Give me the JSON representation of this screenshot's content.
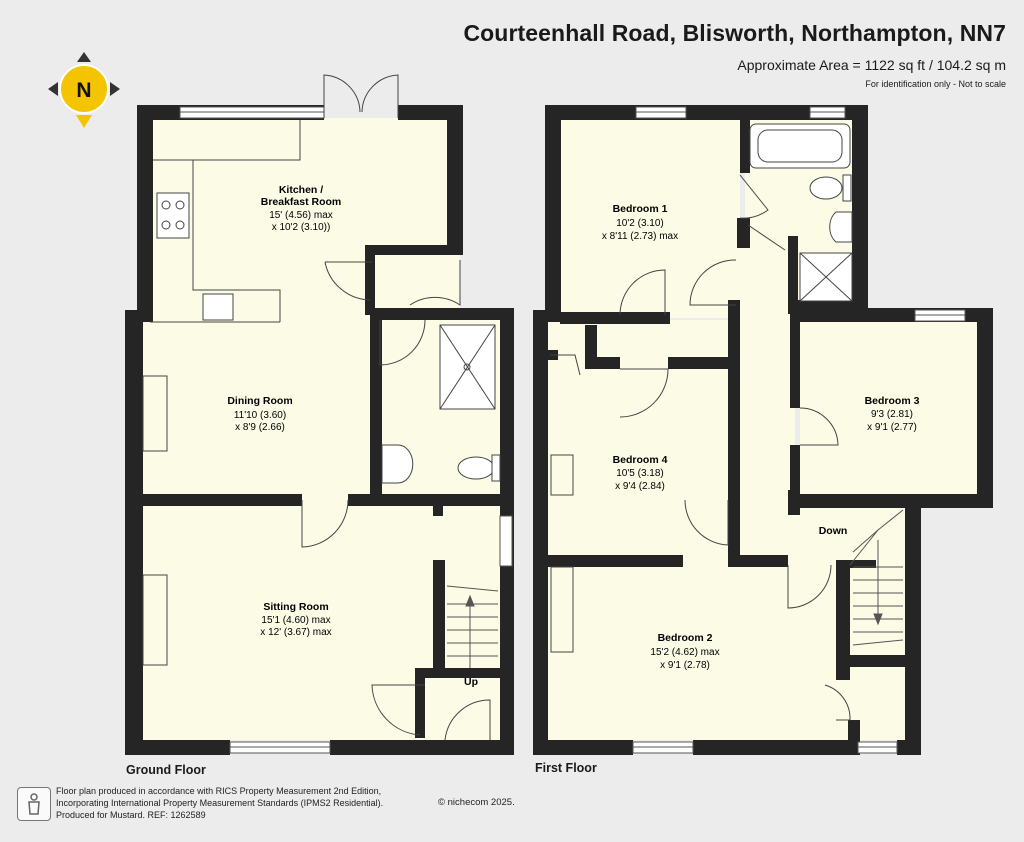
{
  "header": {
    "title": "Courteenhall Road, Blisworth, Northampton, NN7",
    "area": "Approximate Area = 1122 sq ft / 104.2 sq m",
    "disclaimer": "For identification only - Not to scale"
  },
  "compass": {
    "letter": "N",
    "color": "#f5c400"
  },
  "colors": {
    "wall": "#252525",
    "floor": "#fbfbe6",
    "background": "#ececec"
  },
  "floors": {
    "ground": {
      "label": "Ground Floor",
      "stair_label": "Up",
      "rooms": [
        {
          "name": "Kitchen /",
          "name2": "Breakfast Room",
          "dim1": "15' (4.56) max",
          "dim2": "x 10'2 (3.10))"
        },
        {
          "name": "Dining Room",
          "dim1": "11'10 (3.60)",
          "dim2": "x 8'9 (2.66)"
        },
        {
          "name": "Sitting Room",
          "dim1": "15'1 (4.60) max",
          "dim2": "x 12' (3.67) max"
        }
      ]
    },
    "first": {
      "label": "First Floor",
      "stair_label": "Down",
      "rooms": [
        {
          "name": "Bedroom 1",
          "dim1": "10'2 (3.10)",
          "dim2": "x 8'11 (2.73) max"
        },
        {
          "name": "Bedroom 3",
          "dim1": "9'3 (2.81)",
          "dim2": "x 9'1 (2.77)"
        },
        {
          "name": "Bedroom 4",
          "dim1": "10'5 (3.18)",
          "dim2": "x 9'4 (2.84)"
        },
        {
          "name": "Bedroom 2",
          "dim1": "15'2 (4.62) max",
          "dim2": "x 9'1 (2.78)"
        }
      ]
    }
  },
  "footer": {
    "line1": "Floor plan produced in accordance with RICS Property Measurement 2nd Edition,",
    "line2": "Incorporating International Property Measurement Standards (IPMS2 Residential).",
    "line3": "Produced for Mustard.   REF: 1262589",
    "copyright": "© nichecom 2025."
  }
}
